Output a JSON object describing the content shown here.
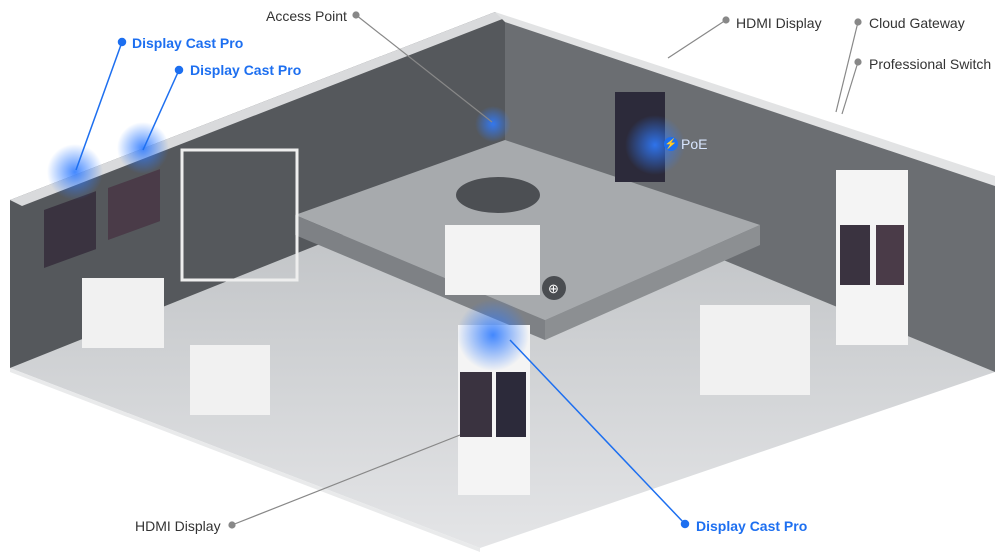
{
  "labels": {
    "access_point": "Access Point",
    "hdmi_display_top": "HDMI Display",
    "cloud_gateway": "Cloud Gateway",
    "professional_switch": "Professional Switch",
    "display_cast_pro_1": "Display Cast Pro",
    "display_cast_pro_2": "Display Cast Pro",
    "hdmi_display_bottom": "HDMI Display",
    "display_cast_pro_bottom": "Display Cast Pro"
  },
  "badges": {
    "poe": "PoE"
  },
  "colors": {
    "accent": "#1d6ff0",
    "wall": "#5a5d61",
    "floor": "#c9cbce"
  }
}
